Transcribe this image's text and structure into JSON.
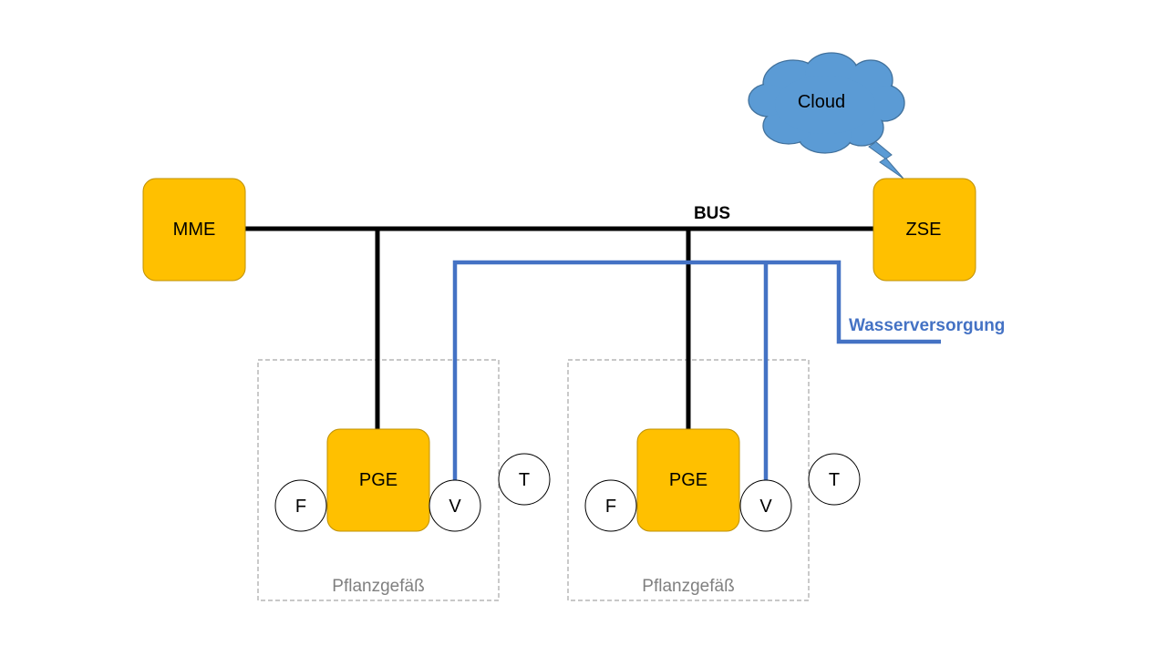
{
  "nodes": {
    "mme": "MME",
    "zse": "ZSE",
    "pge": [
      "PGE",
      "PGE"
    ],
    "cloud": "Cloud"
  },
  "labels": {
    "bus": "BUS",
    "water": "Wasserversorgung",
    "container": [
      "Pflanzgefäß",
      "Pflanzgefäß"
    ]
  },
  "sensors": {
    "group1": [
      "F",
      "V",
      "T"
    ],
    "group2": [
      "F",
      "V",
      "T"
    ]
  },
  "colors": {
    "unit_fill": "#FFC000",
    "unit_stroke": "#BF9000",
    "bus_line": "#000000",
    "water_line": "#4472C4",
    "cloud_fill": "#5B9BD5",
    "container_border": "#A6A6A6",
    "container_label": "#808080"
  }
}
